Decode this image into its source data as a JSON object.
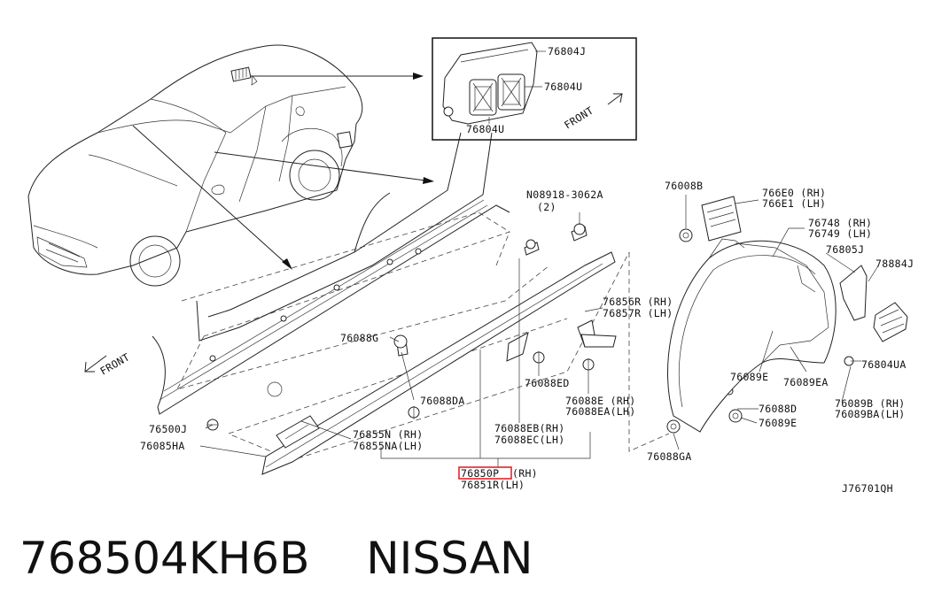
{
  "labels": {
    "l_76804J": "76804J",
    "l_76804U_a": "76804U",
    "l_76804U_b": "76804U",
    "l_front_inset": "FRONT",
    "l_front_main": "FRONT",
    "l_08918": "N08918-3062A",
    "l_08918_qty": "(2)",
    "l_76008B": "76008B",
    "l_766E0": "766E0 (RH)",
    "l_766E1": "766E1 (LH)",
    "l_76748": "76748 (RH)",
    "l_76749": "76749 (LH)",
    "l_76805J": "76805J",
    "l_78884J": "78884J",
    "l_76856R": "76856R (RH)",
    "l_76857R": "76857R (LH)",
    "l_76088G": "76088G",
    "l_76089E_a": "76089E",
    "l_76089EA": "76089EA",
    "l_76804UA": "76804UA",
    "l_76088ED": "76088ED",
    "l_76088DA": "76088DA",
    "l_76088E": "76088E (RH)",
    "l_76088EA": "76088EA(LH)",
    "l_76089B": "76089B (RH)",
    "l_76089BA": "76089BA(LH)",
    "l_76088D": "76088D",
    "l_76089E_b": "76089E",
    "l_76500J": "76500J",
    "l_76085HA": "76085HA",
    "l_76855N": "76855N (RH)",
    "l_76855NA": "76855NA(LH)",
    "l_76088EB": "76088EB(RH)",
    "l_76088EC": "76088EC(LH)",
    "l_76088GA": "76088GA",
    "l_76850P": "76850P",
    "l_76850P_side": "(RH)",
    "l_76851R": "76851R(LH)",
    "l_ref": "J76701QH"
  },
  "caption": {
    "part_number": "768504KH6B",
    "brand": "NISSAN"
  },
  "colors": {
    "highlight": "#e8232a",
    "line": "#222222"
  }
}
